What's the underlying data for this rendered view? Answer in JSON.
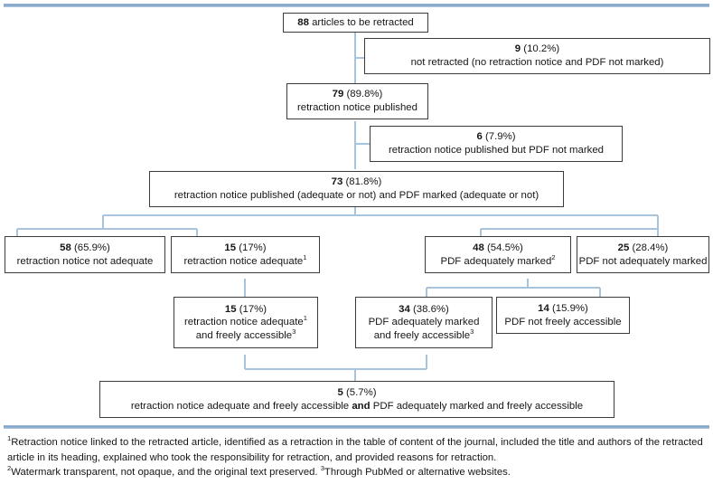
{
  "figure": {
    "type": "flowchart",
    "title_text": "",
    "line_color": "#a8c4dd",
    "box_border_color": "#3b3b3b",
    "rule_color": "#7ea3c6",
    "background": "#ffffff"
  },
  "nodes": [
    {
      "id": "total",
      "name": "node-total-articles",
      "count": "88",
      "percent": "",
      "line1_bold": "88",
      "line1_rest": " articles to be retracted",
      "line2": "",
      "line3": ""
    },
    {
      "id": "not-retracted",
      "name": "node-not-retracted",
      "count": "9",
      "percent": "(10.2%)",
      "line1_bold": "9",
      "line1_rest": " (10.2%)",
      "line2": "not retracted (no retraction notice and PDF not marked)",
      "line3": ""
    },
    {
      "id": "notice-published",
      "name": "node-retraction-notice-published",
      "count": "79",
      "percent": "(89.8%)",
      "line1_bold": "79",
      "line1_rest": " (89.8%)",
      "line2": "retraction notice published",
      "line3": ""
    },
    {
      "id": "notice-pdf-not-marked",
      "name": "node-notice-published-pdf-not-marked",
      "count": "6",
      "percent": "(7.9%)",
      "line1_bold": "6",
      "line1_rest": " (7.9%)",
      "line2": "retraction notice published but PDF not marked",
      "line3": ""
    },
    {
      "id": "notice-and-pdf",
      "name": "node-notice-published-and-pdf-marked",
      "count": "73",
      "percent": "(81.8%)",
      "line1_bold": "73",
      "line1_rest": " (81.8%)",
      "line2": "retraction notice published (adequate or not) and PDF marked (adequate or not)",
      "line3": ""
    },
    {
      "id": "notice-not-adequate",
      "name": "node-retraction-notice-not-adequate",
      "count": "58",
      "percent": "(65.9%)",
      "line1_bold": "58",
      "line1_rest": " (65.9%)",
      "line2": "retraction notice not adequate",
      "line3": ""
    },
    {
      "id": "notice-adequate",
      "name": "node-retraction-notice-adequate",
      "count": "15",
      "percent": "(17%)",
      "line1_bold": "15",
      "line1_rest": " (17%)",
      "line2": "retraction notice adequate",
      "line2_sup": "1",
      "line3": ""
    },
    {
      "id": "pdf-adequately-marked",
      "name": "node-pdf-adequately-marked",
      "count": "48",
      "percent": "(54.5%)",
      "line1_bold": "48",
      "line1_rest": " (54.5%)",
      "line2": "PDF adequately marked",
      "line2_sup": "2",
      "line3": ""
    },
    {
      "id": "pdf-not-adequately-marked",
      "name": "node-pdf-not-adequately-marked",
      "count": "25",
      "percent": "(28.4%)",
      "line1_bold": "25",
      "line1_rest": " (28.4%)",
      "line2": "PDF not adequately marked",
      "line3": ""
    },
    {
      "id": "notice-adequate-free",
      "name": "node-notice-adequate-and-freely-accessible",
      "count": "15",
      "percent": "(17%)",
      "line1_bold": "15",
      "line1_rest": " (17%)",
      "line2": "retraction notice adequate",
      "line2_sup": "1",
      "line3": "and freely accessible",
      "line3_sup": "3"
    },
    {
      "id": "pdf-marked-free",
      "name": "node-pdf-adequately-marked-and-freely-accessible",
      "count": "34",
      "percent": "(38.6%)",
      "line1_bold": "34",
      "line1_rest": " (38.6%)",
      "line2": "PDF adequately marked",
      "line3": "and freely accessible",
      "line3_sup": "3"
    },
    {
      "id": "pdf-not-free",
      "name": "node-pdf-not-freely-accessible",
      "count": "14",
      "percent": "(15.9%)",
      "line1_bold": "14",
      "line1_rest": " (15.9%)",
      "line2": "PDF not freely accessible",
      "line3": ""
    },
    {
      "id": "final",
      "name": "node-final-both-adequate-and-free",
      "count": "5",
      "percent": "(5.7%)",
      "line1_bold": "5",
      "line1_rest": " (5.7%)",
      "line2_a": "retraction notice adequate and freely accessible ",
      "line2_bold": "and",
      "line2_b": " PDF adequately marked and freely accessible",
      "line3": ""
    }
  ],
  "footnotes": {
    "note1_marker": "1",
    "note1_text": "Retraction notice linked to the retracted article, identified as a retraction in the table of content of the journal, included the title and authors of the retracted article in its heading, explained who took the responsibility for retraction, and provided reasons for retraction.",
    "note2_marker": "2",
    "note2_text": "Watermark transparent, not opaque, and the original text preserved. ",
    "note3_marker": "3",
    "note3_text": "Through PubMed or alternative websites."
  }
}
